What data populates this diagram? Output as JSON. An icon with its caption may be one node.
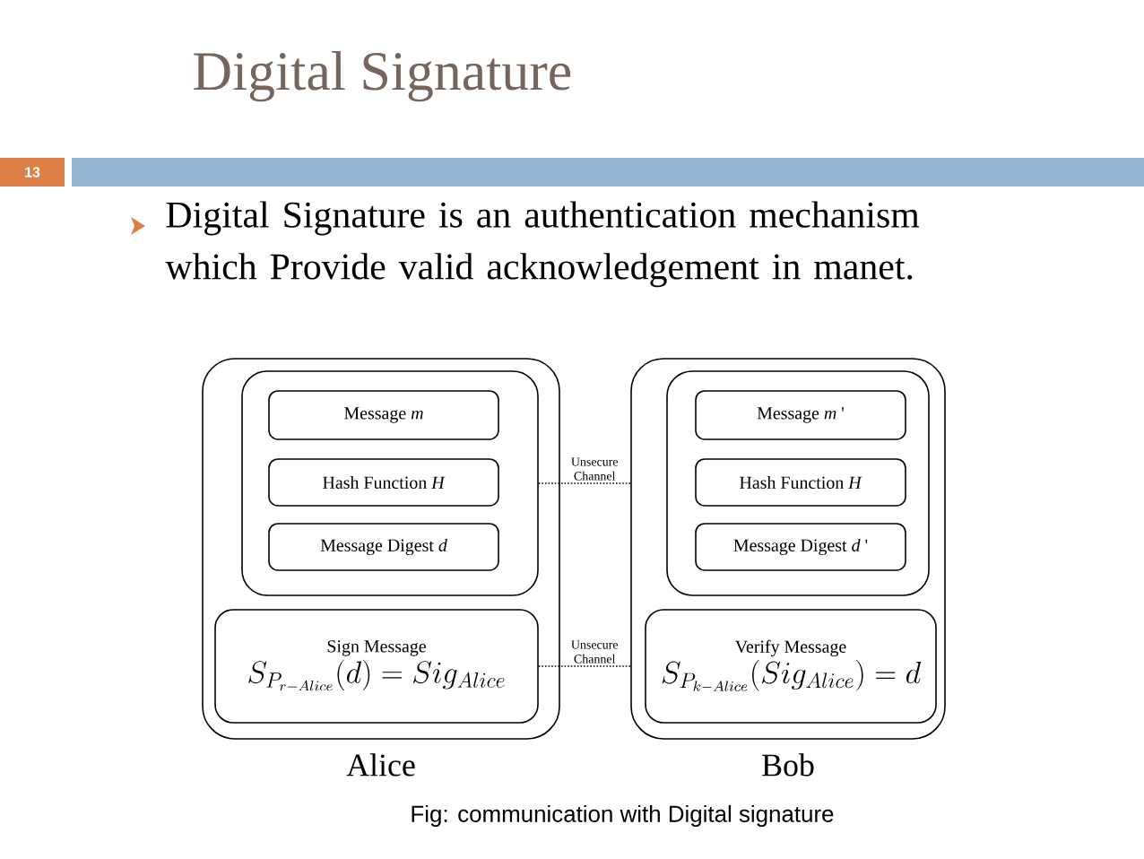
{
  "diagram": {
    "title": "Digital Signature",
    "caption": "Fig: communication with Digital signature",
    "nodes": [
      {
        "text": [],
        "shape": "box",
        "beside": [
          "Alice"
        ]
      },
      {
        "text": [],
        "shape": "box",
        "in": 0
      },
      {
        "text": [
          "Message *m*"
        ],
        "in": 1
      },
      {
        "text": [
          "Hash Function *H*"
        ],
        "in": 1
      },
      {
        "text": [
          "Message Digest *d*"
        ],
        "in": 1
      },
      {
        "text": [
          "Sign Message",
          "S_{P_{r-Alice}}(d) = Sig_{Alice}"
        ],
        "in": 0
      },
      {
        "text": [],
        "shape": "box",
        "beside": [
          "Bob"
        ]
      },
      {
        "text": [],
        "shape": "box",
        "in": 6
      },
      {
        "text": [
          "Message *m* '"
        ],
        "in": 7
      },
      {
        "text": [
          "Hash Function *H*"
        ],
        "in": 7
      },
      {
        "text": [
          "Message Digest *d* '"
        ],
        "in": 7
      },
      {
        "text": [
          "Verify Message",
          "S_{P_{k-Alice}}(Sig_{Alice}) = d"
        ],
        "in": 6
      }
    ],
    "edges": [
      {
        "from": 1,
        "to": 6,
        "arrow": "none",
        "style": "dashed",
        "label": "Unsecure Channel"
      },
      {
        "from": 5,
        "to": 6,
        "arrow": "none",
        "style": "dashed",
        "label": "Unsecure Channel"
      }
    ],
    "labels": [
      "13",
      "Digital Signature is an authentication mechanism which Provide valid  acknowledgement in manet."
    ]
  }
}
